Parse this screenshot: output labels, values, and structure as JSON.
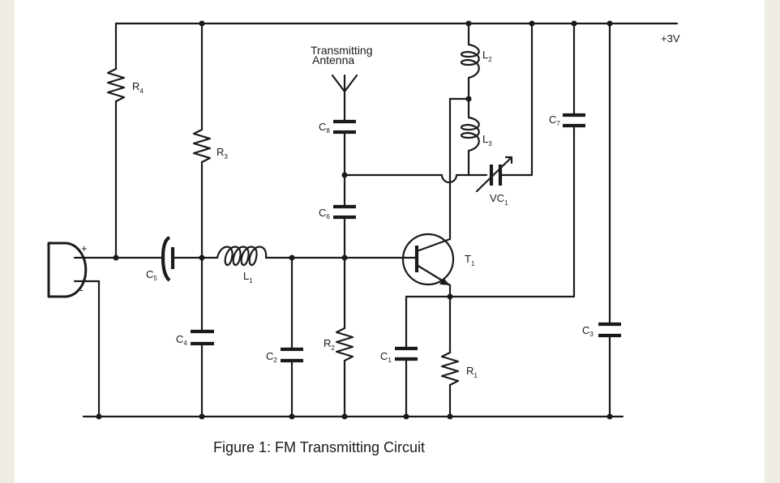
{
  "caption": "Figure 1: FM Transmitting Circuit",
  "supply_label": "+3V",
  "antenna_label": [
    "Transmitting",
    "Antenna"
  ],
  "mic_polarity": {
    "plus": "+",
    "minus": "-"
  },
  "components": {
    "R4": {
      "base": "R",
      "sub": "4"
    },
    "R3": {
      "base": "R",
      "sub": "3"
    },
    "R2": {
      "base": "R",
      "sub": "2"
    },
    "R1": {
      "base": "R",
      "sub": "1"
    },
    "C8": {
      "base": "C",
      "sub": "8"
    },
    "C6": {
      "base": "C",
      "sub": "6"
    },
    "C7": {
      "base": "C",
      "sub": "7"
    },
    "C5": {
      "base": "C",
      "sub": "5"
    },
    "C4": {
      "base": "C",
      "sub": "4"
    },
    "C3": {
      "base": "C",
      "sub": "3"
    },
    "C2": {
      "base": "C",
      "sub": "2"
    },
    "C1": {
      "base": "C",
      "sub": "1"
    },
    "L1": {
      "base": "L",
      "sub": "1"
    },
    "L2": {
      "base": "L",
      "sub": "2"
    },
    "L3": {
      "base": "L",
      "sub": "3"
    },
    "T1": {
      "base": "T",
      "sub": "1"
    },
    "VC1": {
      "base": "VC",
      "sub": "1"
    }
  }
}
